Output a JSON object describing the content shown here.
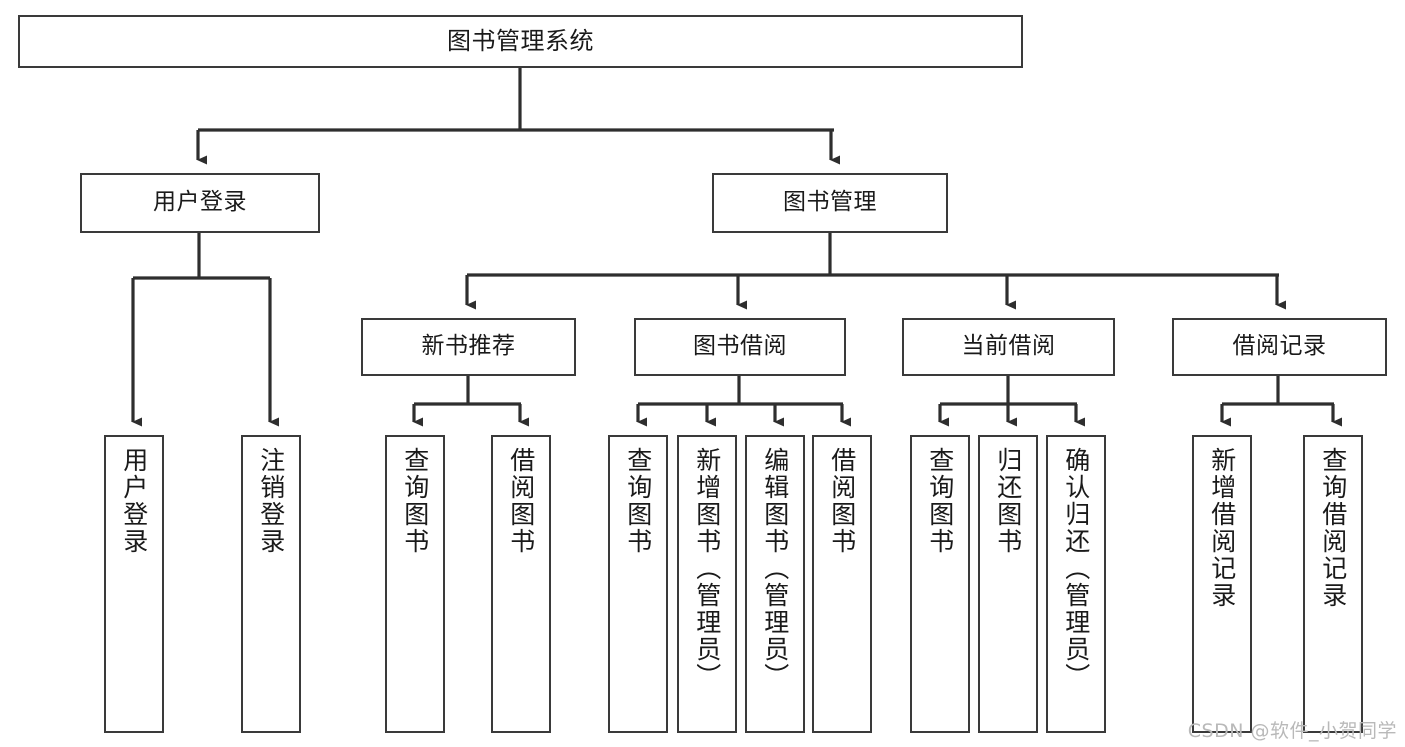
{
  "diagram": {
    "title": "图书管理系统",
    "type": "hierarchy-tree",
    "colors": {
      "background": "#ffffff",
      "stroke": "#3a3a3a",
      "text": "#1a1a1a",
      "watermark": "#b9b9b9"
    },
    "levels": {
      "root": {
        "label": "图书管理系统"
      },
      "level2": [
        {
          "label": "用户登录"
        },
        {
          "label": "图书管理"
        }
      ],
      "level3": [
        {
          "label": "新书推荐"
        },
        {
          "label": "图书借阅"
        },
        {
          "label": "当前借阅"
        },
        {
          "label": "借阅记录"
        }
      ],
      "leaves": {
        "user_login": [
          {
            "label": "用户登录"
          },
          {
            "label": "注销登录"
          }
        ],
        "new_book_recommend": [
          {
            "label": "查询图书"
          },
          {
            "label": "借阅图书"
          }
        ],
        "book_borrow": [
          {
            "label": "查询图书"
          },
          {
            "label": "新增图书（管理员）"
          },
          {
            "label": "编辑图书（管理员）"
          },
          {
            "label": "借阅图书"
          }
        ],
        "current_borrow": [
          {
            "label": "查询图书"
          },
          {
            "label": "归还图书"
          },
          {
            "label": "确认归还（管理员）"
          }
        ],
        "borrow_record": [
          {
            "label": "新增借阅记录"
          },
          {
            "label": "查询借阅记录"
          }
        ]
      }
    },
    "watermark": "CSDN @软件_小贺同学"
  }
}
